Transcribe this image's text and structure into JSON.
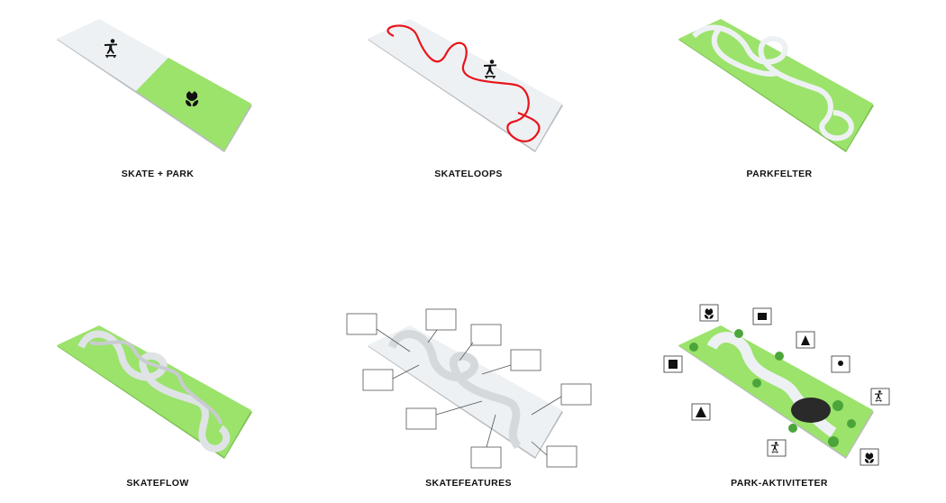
{
  "colors": {
    "green": "#9be36b",
    "slab": "#eef1f3",
    "loop": "#e8141c",
    "icon": "#111111"
  },
  "panels": [
    {
      "label": "SKATE + PARK",
      "icons": [
        "skater-icon",
        "tulip-icon"
      ]
    },
    {
      "label": "SKATELOOPS",
      "icons": [
        "skater-icon"
      ]
    },
    {
      "label": "PARKFELTER",
      "icons": []
    },
    {
      "label": "SKATEFLOW",
      "icons": []
    },
    {
      "label": "SKATEFEATURES",
      "icons": [
        "feature-callout-icon"
      ]
    },
    {
      "label": "PARK-AKTIVITETER",
      "icons": [
        "tulip-icon",
        "picnic-icon",
        "bonfire-icon",
        "basketball-icon",
        "climbing-icon",
        "tree-icon",
        "playground-icon",
        "parkour-icon"
      ]
    }
  ]
}
